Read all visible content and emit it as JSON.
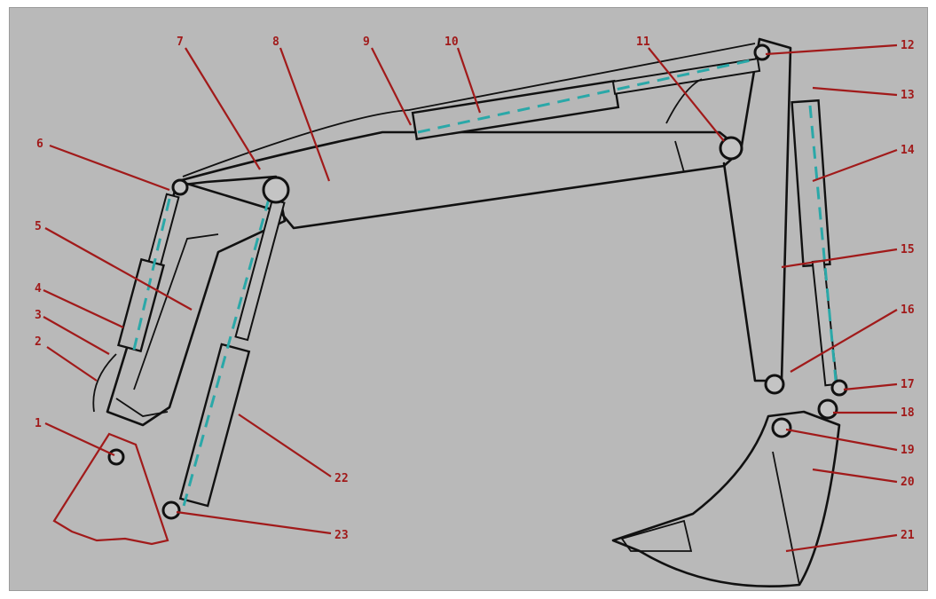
{
  "diagram": {
    "callout_labels": [
      "1",
      "2",
      "3",
      "4",
      "5",
      "6",
      "7",
      "8",
      "9",
      "10",
      "11",
      "12",
      "13",
      "14",
      "15",
      "16",
      "17",
      "18",
      "19",
      "20",
      "21",
      "22",
      "23"
    ],
    "colors": {
      "background": "#b9b9b9",
      "outline": "#111111",
      "leader_lines": "#a11a1a",
      "cylinder_axis": "#2aa8a8"
    }
  }
}
